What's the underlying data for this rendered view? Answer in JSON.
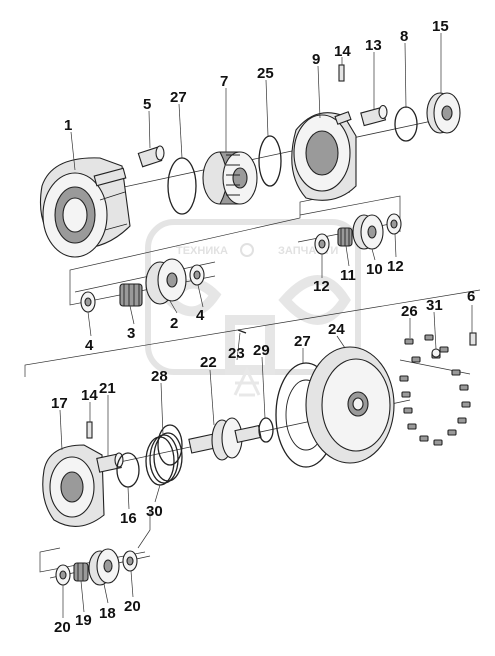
{
  "watermark": {
    "text_left": "ТЕХНИКА",
    "text_right": "ЗАПЧАСТИ",
    "logo_letters": "ЗПФ"
  },
  "callouts": {
    "c1": "1",
    "c2": "2",
    "c3": "3",
    "c4a": "4",
    "c4b": "4",
    "c5": "5",
    "c6": "6",
    "c7": "7",
    "c8": "8",
    "c9": "9",
    "c10": "10",
    "c11": "11",
    "c12a": "12",
    "c12b": "12",
    "c13": "13",
    "c14a": "14",
    "c14b": "14",
    "c15": "15",
    "c16": "16",
    "c17": "17",
    "c18": "18",
    "c19": "19",
    "c20a": "20",
    "c20b": "20",
    "c21": "21",
    "c22": "22",
    "c23": "23",
    "c24": "24",
    "c25": "25",
    "c26": "26",
    "c27a": "27",
    "c27b": "27",
    "c28": "28",
    "c29": "29",
    "c30": "30",
    "c31": "31"
  }
}
